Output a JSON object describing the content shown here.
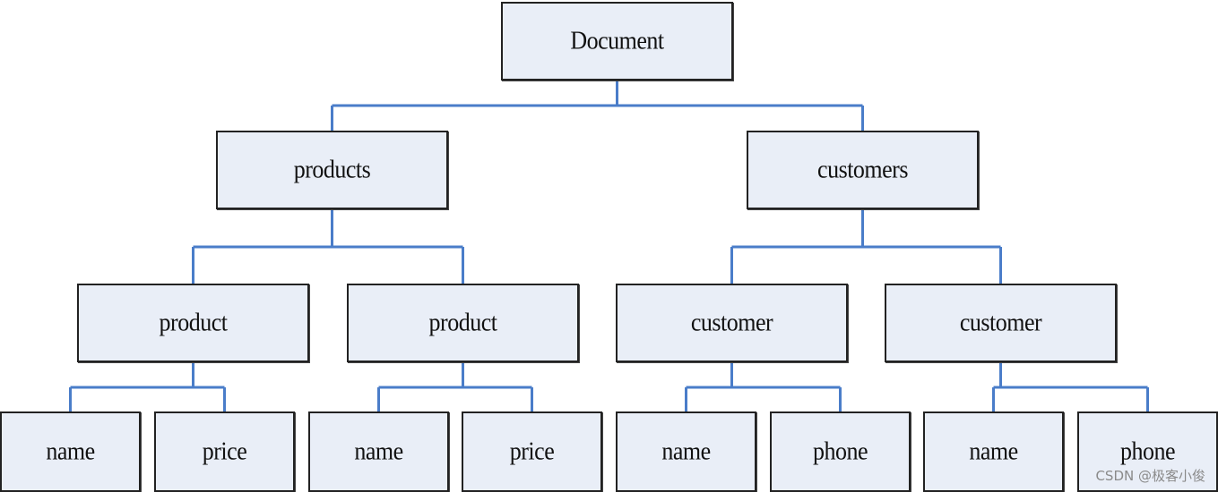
{
  "colors": {
    "node_fill": "#e9eef7",
    "node_border": "#222222",
    "connector": "#4a7dc9"
  },
  "nodes": {
    "document": "Document",
    "products": "products",
    "customers": "customers",
    "product_1": "product",
    "product_2": "product",
    "customer_1": "customer",
    "customer_2": "customer",
    "p1_name": "name",
    "p1_price": "price",
    "p2_name": "name",
    "p2_price": "price",
    "c1_name": "name",
    "c1_phone": "phone",
    "c2_name": "name",
    "c2_phone": "phone"
  },
  "edges": [
    [
      "document",
      "products"
    ],
    [
      "document",
      "customers"
    ],
    [
      "products",
      "product_1"
    ],
    [
      "products",
      "product_2"
    ],
    [
      "customers",
      "customer_1"
    ],
    [
      "customers",
      "customer_2"
    ],
    [
      "product_1",
      "p1_name"
    ],
    [
      "product_1",
      "p1_price"
    ],
    [
      "product_2",
      "p2_name"
    ],
    [
      "product_2",
      "p2_price"
    ],
    [
      "customer_1",
      "c1_name"
    ],
    [
      "customer_1",
      "c1_phone"
    ],
    [
      "customer_2",
      "c2_name"
    ],
    [
      "customer_2",
      "c2_phone"
    ]
  ],
  "watermark": "CSDN @极客小俊"
}
